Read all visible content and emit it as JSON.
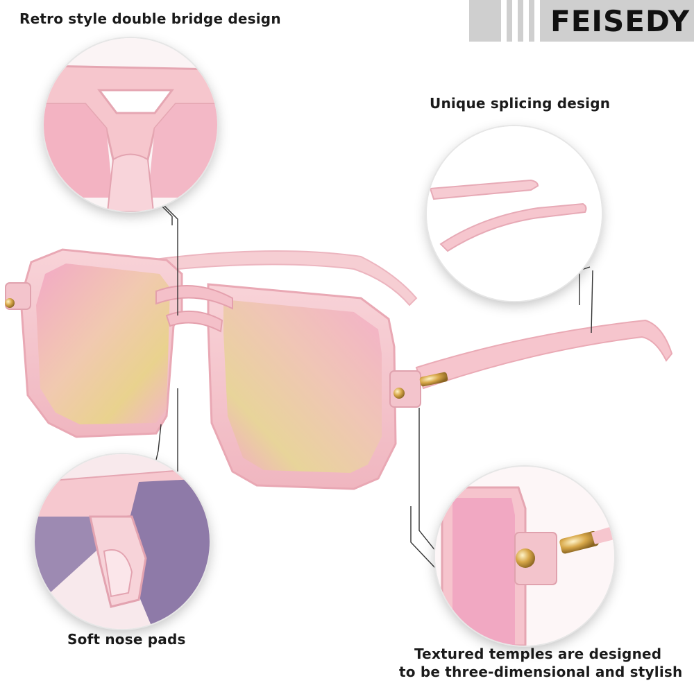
{
  "brand": {
    "name": "FEISEDY"
  },
  "captions": {
    "bridge": "Retro style double bridge design",
    "splicing": "Unique splicing design",
    "nose_pads": "Soft nose pads",
    "temples_line1": "Textured temples are designed",
    "temples_line2": "to be three-dimensional and stylish"
  },
  "colors": {
    "frame_pink": "#f4c2ca",
    "lens_pink": "#f1a7c0",
    "lens_gold": "#e8d08a",
    "hinge_gold": "#d4a84a",
    "caption_text": "#1a1a1a",
    "brand_bar": "#cfcfcf"
  }
}
